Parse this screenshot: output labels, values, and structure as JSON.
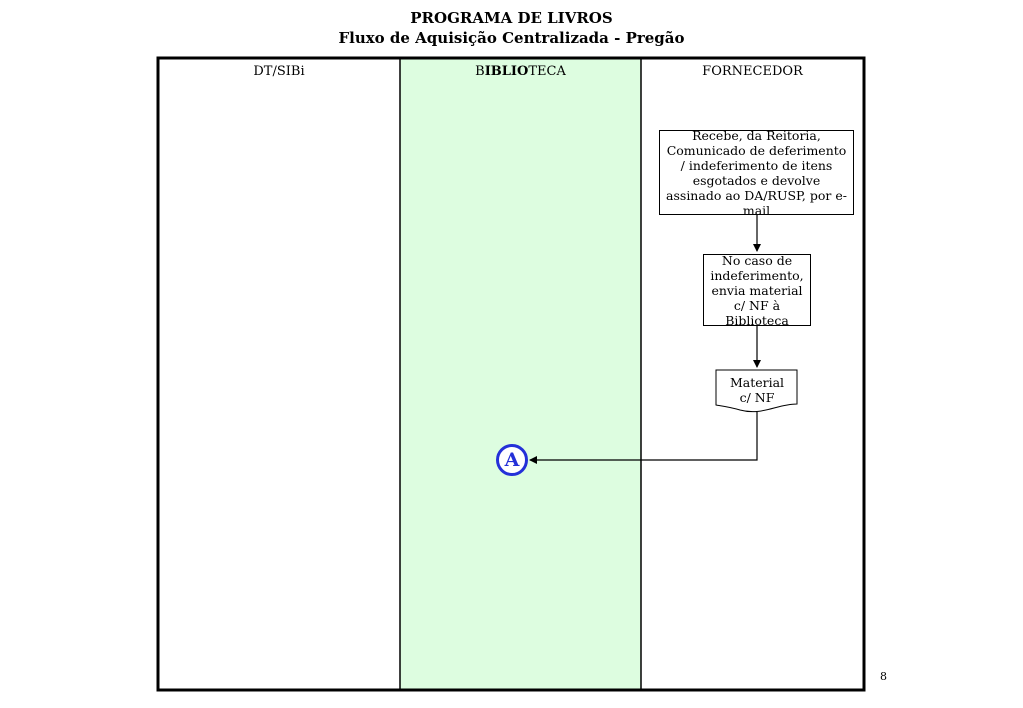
{
  "title": "PROGRAMA DE LIVROS",
  "subtitle": "Fluxo de Aquisição Centralizada - Pregão",
  "lanes": {
    "dt_sibi": "DT/SIBi",
    "biblioteca_b": "B",
    "biblioteca_bold": "IBLIO",
    "biblioteca_rest": "TECA",
    "fornecedor": "FORNECEDOR"
  },
  "colors": {
    "biblioteca_lane_fill": "#ddfde0",
    "connector": "#2430d8"
  },
  "nodes": {
    "step1": "Recebe, da Reitoria, Comunicado de deferimento / indeferimento de itens esgotados e devolve assinado ao DA/RUSP, por e-mail",
    "step2": "No caso de indeferimento, envia material c/ NF à Biblioteca",
    "document": "Material c/ NF",
    "connector": "A"
  },
  "page_number": "8"
}
